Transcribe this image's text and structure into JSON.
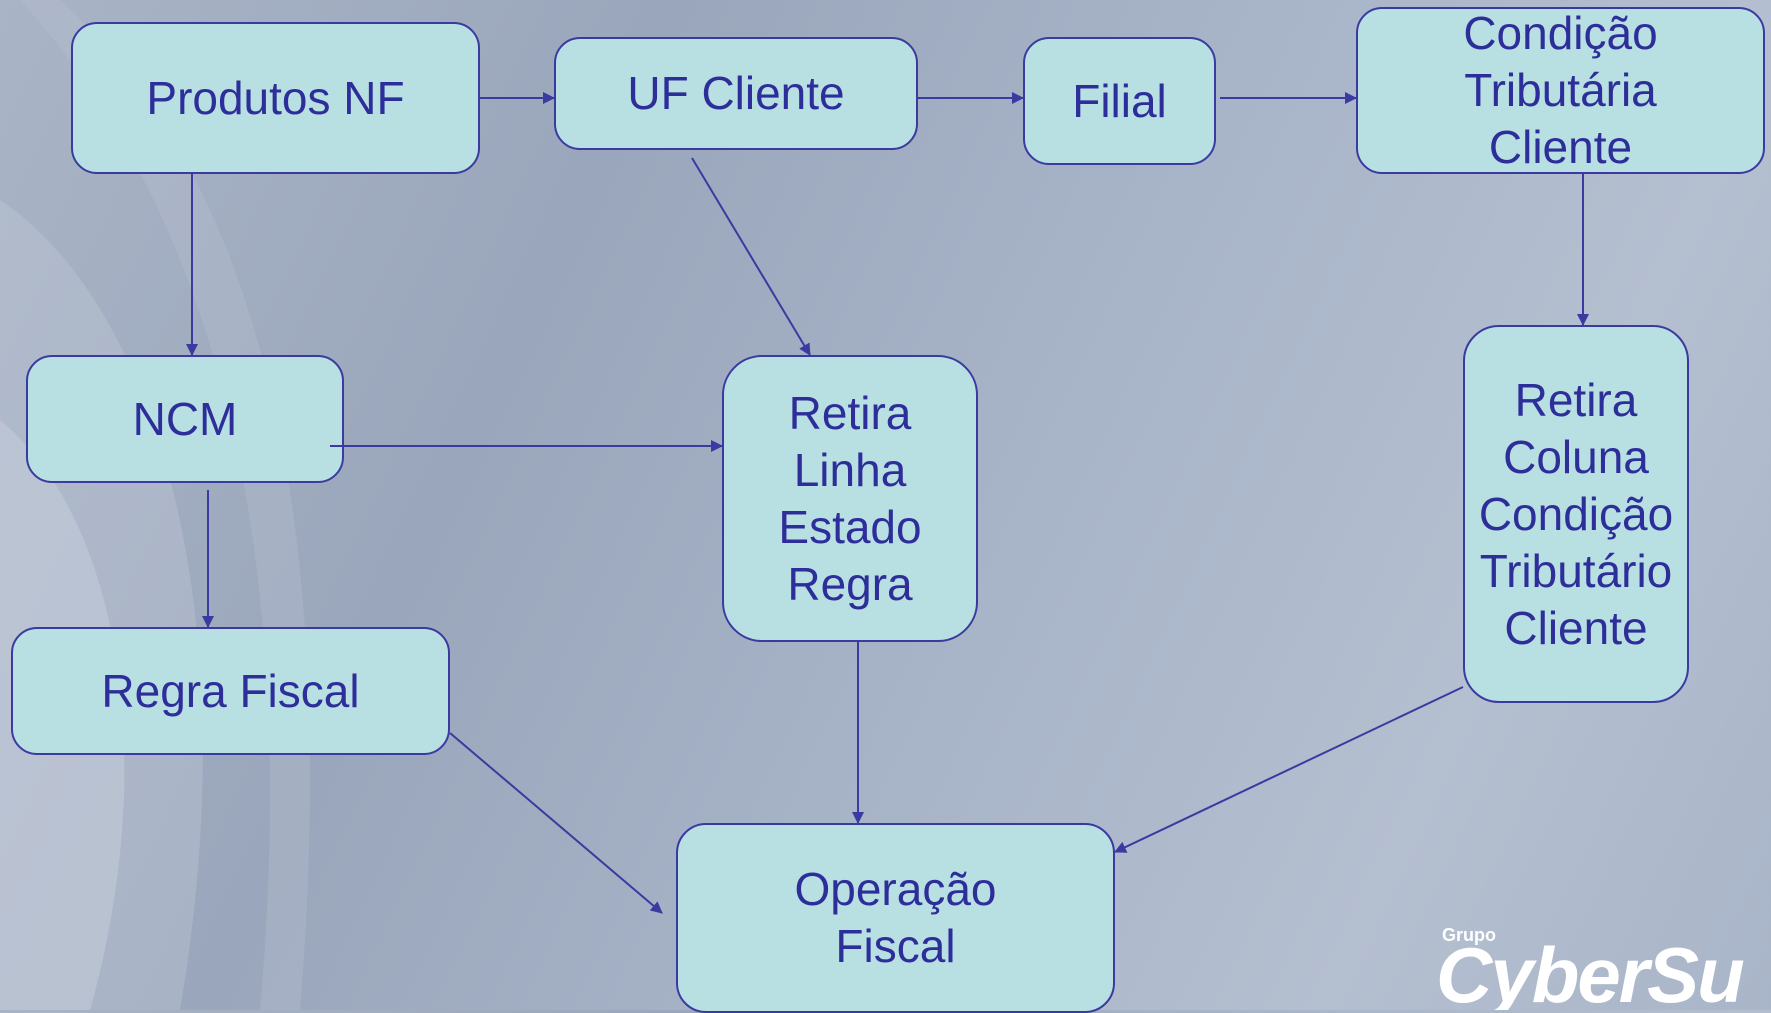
{
  "nodes": {
    "produtos_nf": [
      "Produtos NF"
    ],
    "uf_cliente": [
      "UF Cliente"
    ],
    "filial": [
      "Filial"
    ],
    "condicao_tributaria_cliente": [
      "Condição",
      "Tributária",
      "Cliente"
    ],
    "ncm": [
      "NCM"
    ],
    "retira_linha_estado_regra": [
      "Retira",
      "Linha",
      "Estado",
      "Regra"
    ],
    "retira_coluna": [
      "Retira",
      "Coluna",
      "Condição",
      "Tributário",
      "Cliente"
    ],
    "regra_fiscal": [
      "Regra Fiscal"
    ],
    "operacao_fiscal": [
      "Operação",
      "Fiscal"
    ]
  },
  "logo": {
    "small": "Grupo",
    "big": "CyberSu"
  },
  "colors": {
    "node_fill": "#b8e0e3",
    "node_border": "#3a3aa0",
    "text": "#2e2e9a",
    "arrow": "#3a3aa0"
  }
}
